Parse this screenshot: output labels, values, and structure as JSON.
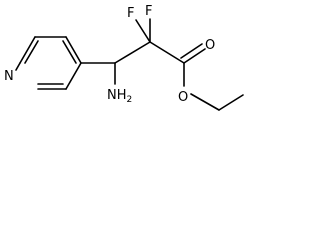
{
  "molecule": {
    "labels": {
      "nitrogen": "N",
      "fluorine_1": "F",
      "fluorine_2": "F",
      "amine": "NH",
      "amine_subscript": "2",
      "ester_oxygen_carbonyl": "O",
      "ester_oxygen_ether": "O"
    }
  },
  "colors": {
    "bond": "#000000",
    "text": "#000000",
    "background": "#ffffff"
  }
}
